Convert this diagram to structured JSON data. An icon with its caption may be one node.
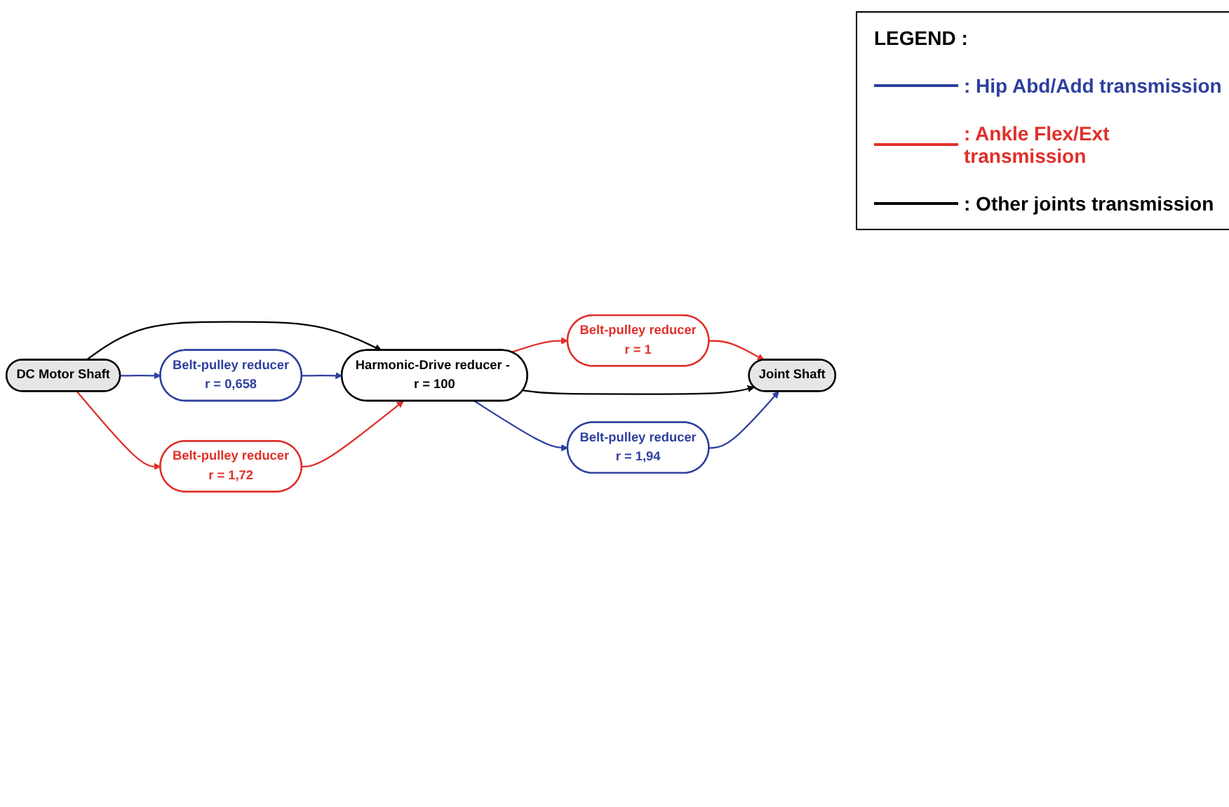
{
  "diagram": {
    "nodes": [
      {
        "text": [
          "Belt-pulley reducer",
          "r = 0,658"
        ]
      },
      {
        "text": [
          "DC Motor Shaft"
        ]
      },
      {
        "text": [
          "Belt-pulley reducer",
          "r = 1,72"
        ]
      },
      {
        "text": [
          "Harmonic-Drive reducer - r = 100"
        ]
      },
      {
        "text": [
          "Belt-pulley reducer",
          "r = 1"
        ]
      },
      {
        "text": [
          "Joint Shaft"
        ]
      },
      {
        "text": [
          "Belt-pulley reducer",
          "r = 1,94"
        ]
      }
    ],
    "edges": [
      {
        "from": 1,
        "to": 0,
        "arrow": "to",
        "color": "#2e3f9e"
      },
      {
        "from": 1,
        "to": 2,
        "arrow": "to",
        "color": "#e0302a"
      },
      {
        "from": 1,
        "to": 3,
        "arrow": "to",
        "color": "#000000"
      },
      {
        "from": 0,
        "to": 3,
        "arrow": "to",
        "color": "#2e3f9e"
      },
      {
        "from": 2,
        "to": 3,
        "arrow": "to",
        "color": "#e0302a"
      },
      {
        "from": 3,
        "to": 4,
        "arrow": "to",
        "color": "#e0302a"
      },
      {
        "from": 4,
        "to": 5,
        "arrow": "to",
        "color": "#e0302a"
      },
      {
        "from": 3,
        "to": 5,
        "arrow": "to",
        "color": "#000000"
      },
      {
        "from": 3,
        "to": 6,
        "arrow": "to",
        "color": "#2e3f9e"
      },
      {
        "from": 6,
        "to": 5,
        "arrow": "to",
        "color": "#2e3f9e"
      }
    ],
    "labels": [
      "LEGEND :"
    ],
    "legend": [
      {
        "text": ": Hip Abd/Add transmission",
        "color": "#2e3f9e"
      },
      {
        "text": ": Ankle Flex/Ext transmission",
        "color": "#e0302a"
      },
      {
        "text": ": Other joints transmission",
        "color": "#000000"
      }
    ]
  }
}
